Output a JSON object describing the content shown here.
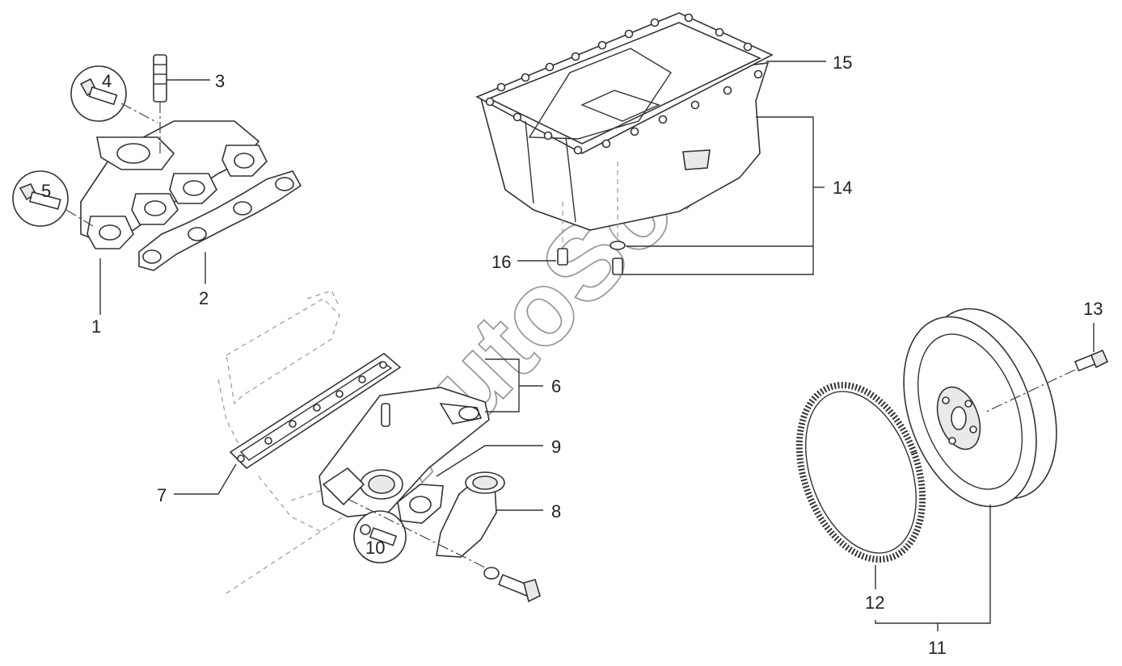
{
  "diagram": {
    "callouts": {
      "c1": "1",
      "c2": "2",
      "c3": "3",
      "c4": "4",
      "c5": "5",
      "c6": "6",
      "c7": "7",
      "c8": "8",
      "c9": "9",
      "c10": "10",
      "c11": "11",
      "c12": "12",
      "c13": "13",
      "c14": "14",
      "c15": "15",
      "c16": "16"
    },
    "watermark": "AutoSoft"
  }
}
